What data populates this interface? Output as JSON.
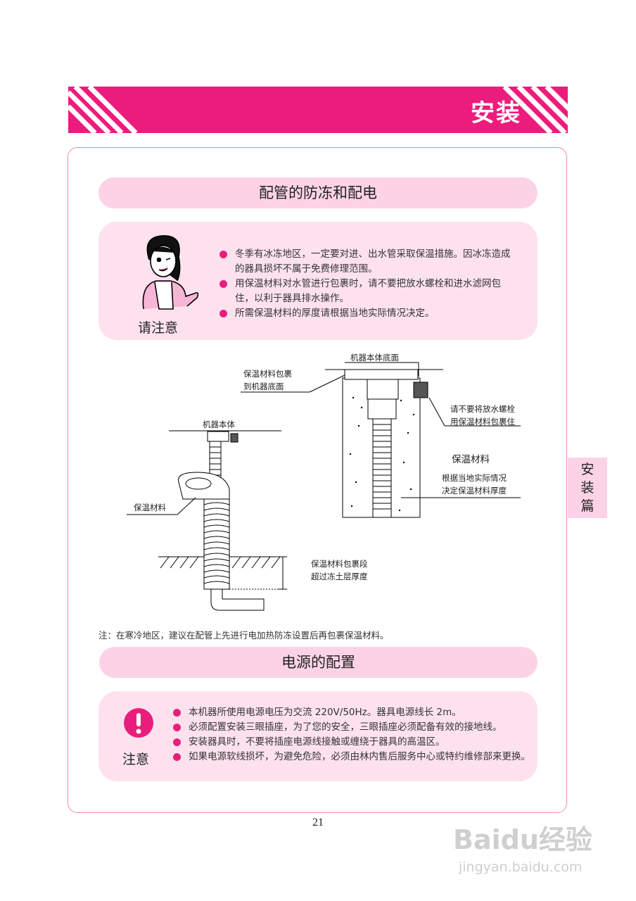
{
  "header": {
    "title": "安装"
  },
  "side_tab": {
    "chars": [
      "安",
      "装",
      "篇"
    ]
  },
  "section1": {
    "title": "配管的防冻和配电",
    "notice_label": "请注意",
    "bullets": [
      "冬季有冰冻地区，一定要对进、出水管采取保温措施。因冰冻造成的器具损坏不属于免费修理范围。",
      "用保温材料对水管进行包裹时，请不要把放水螺栓和进水滤网包住，以利于器具排水操作。",
      "所需保温材料的厚度请根据当地实际情况决定。"
    ]
  },
  "diagram": {
    "left_top_label": "机器本体",
    "left_insulation": "保温材料",
    "left_segment_1": "保温材料包裹段",
    "left_segment_2": "超过冻土层厚度",
    "right_top_label": "机器本体底面",
    "right_wrap_1": "保温材料包裹",
    "right_wrap_2": "到机器底面",
    "right_bolt_1": "请不要将放水螺栓",
    "right_bolt_2": "用保温材料包裹住",
    "right_material": "保温材料",
    "right_thick_1": "根据当地实际情况",
    "right_thick_2": "决定保温材料厚度"
  },
  "footnote": "注：在寒冷地区，建议在配管上先进行电加热防冻设置后再包裹保温材料。",
  "section2": {
    "title": "电源的配置",
    "notice_label": "注意",
    "bullets": [
      "本机器所使用电源电压为交流 220V/50Hz。器具电源线长 2m。",
      "必须配置安装三眼插座，为了您的安全，三眼插座必须配备有效的接地线。",
      "安装器具时，不要将插座电源线接触或缠绕于器具的高温区。",
      "如果电源软线损坏，为避免危险，必须由林内售后服务中心或特约维修部来更换。"
    ]
  },
  "page_number": "21",
  "watermark": {
    "brand": "Baidu经验",
    "url": "jingyan.baidu.com"
  },
  "colors": {
    "accent": "#ec1c7c",
    "pill": "#fcd3e6",
    "box": "#fde2ee"
  }
}
